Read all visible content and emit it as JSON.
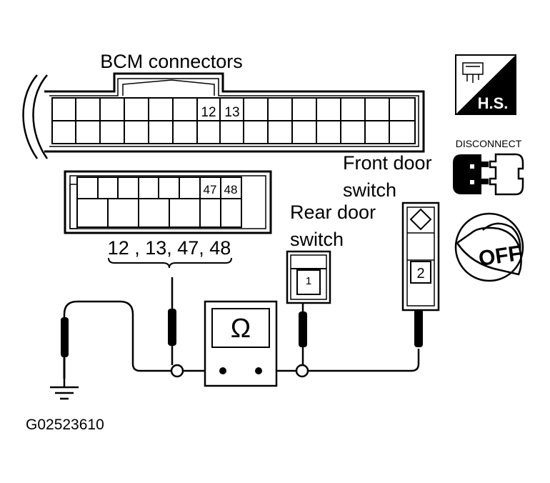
{
  "labels": {
    "bcm_connectors": "BCM connectors",
    "front_door_line1": "Front door",
    "front_door_line2": "switch",
    "rear_door_line1": "Rear door",
    "rear_door_line2": "switch",
    "pin_list": "12 , 13, 47, 48",
    "figure_code": "G02523610"
  },
  "connector_top_pins": [
    "12",
    "13"
  ],
  "connector_bottom_pins": [
    "47",
    "48"
  ],
  "rear_switch_pin": "1",
  "front_switch_pin": "2",
  "meter_symbol": "Ω",
  "badges": {
    "harness_side": "H.S.",
    "disconnect": "DISCONNECT",
    "ignition": "OFF"
  },
  "icons": [
    "harness-side-icon",
    "disconnect-connector-icon",
    "ignition-off-key-icon",
    "ground-icon",
    "ohmmeter-icon"
  ]
}
